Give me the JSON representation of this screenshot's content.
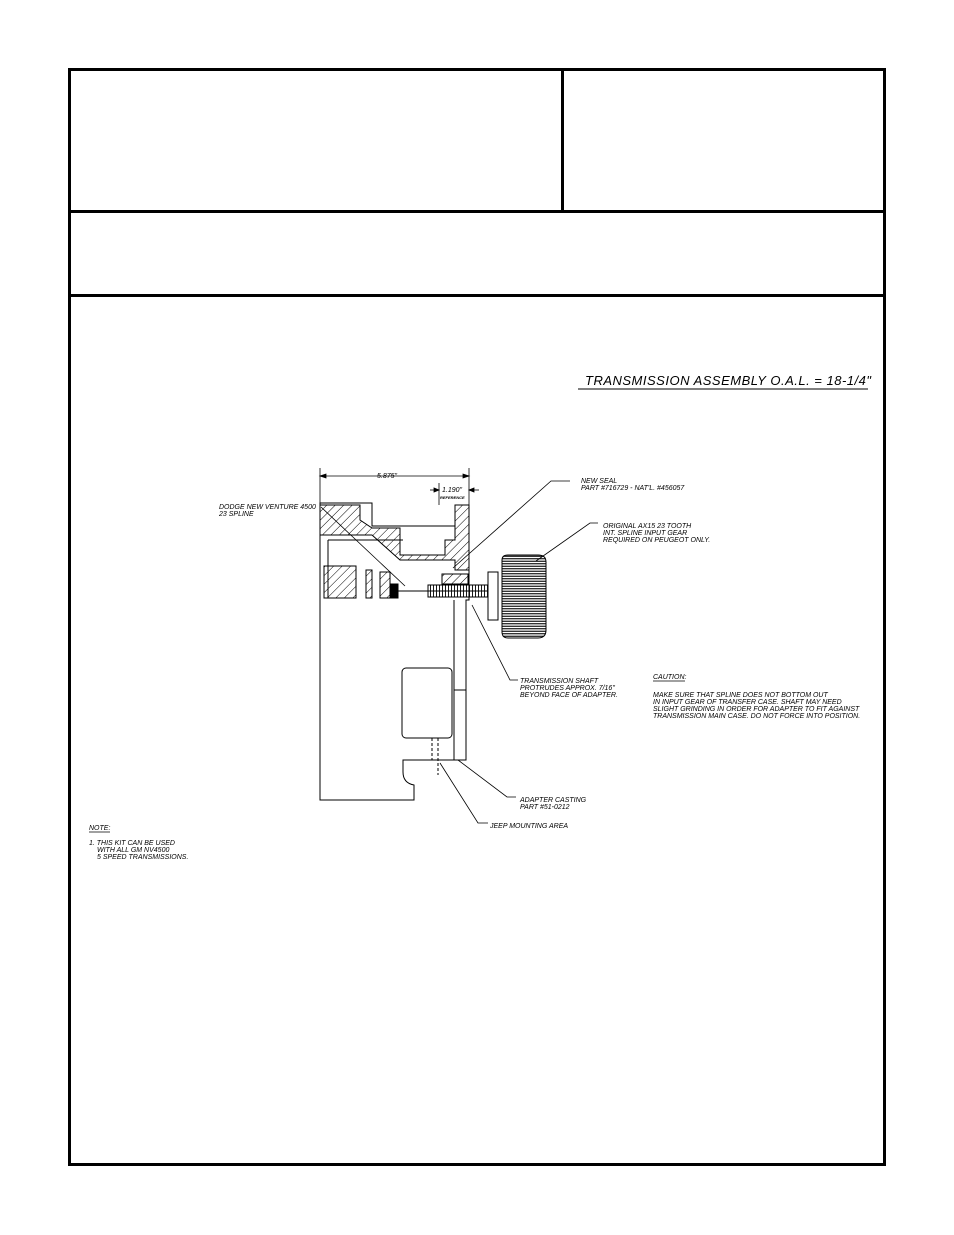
{
  "header": {
    "overall_length": "TRANSMISSION ASSEMBLY O.A.L. = 18-1/4\""
  },
  "dimensions": {
    "width_main": "5.875\"",
    "width_flange": "1.190\"",
    "reference": "REFERENCE"
  },
  "callouts": {
    "dodge": [
      "DODGE NEW VENTURE 4500",
      "23 SPLINE"
    ],
    "seal": [
      "NEW SEAL",
      "PART #716729  -  NAT'L. #456057"
    ],
    "gear": [
      "ORIGINAL AX15 23 TOOTH",
      "INT. SPLINE INPUT GEAR",
      "REQUIRED ON PEUGEOT ONLY."
    ],
    "shaft": [
      "TRANSMISSION SHAFT",
      "PROTRUDES APPROX. 7/16\"",
      "BEYOND FACE OF ADAPTER."
    ],
    "adapter": [
      "ADAPTER CASTING",
      "PART #51-0212"
    ],
    "mounting": [
      "JEEP MOUNTING AREA"
    ]
  },
  "caution": {
    "heading": "CAUTION:",
    "lines": [
      "MAKE SURE THAT SPLINE DOES NOT BOTTOM OUT",
      "IN INPUT GEAR OF TRANSFER CASE. SHAFT MAY NEED",
      "SLIGHT GRINDING IN ORDER FOR ADAPTER TO FIT AGAINST",
      "TRANSMISSION MAIN CASE. DO NOT FORCE INTO POSITION."
    ]
  },
  "note": {
    "heading": "NOTE:",
    "lines": [
      "1. THIS KIT CAN BE USED",
      "WITH ALL GM NV4500",
      "5 SPEED TRANSMISSIONS."
    ]
  }
}
